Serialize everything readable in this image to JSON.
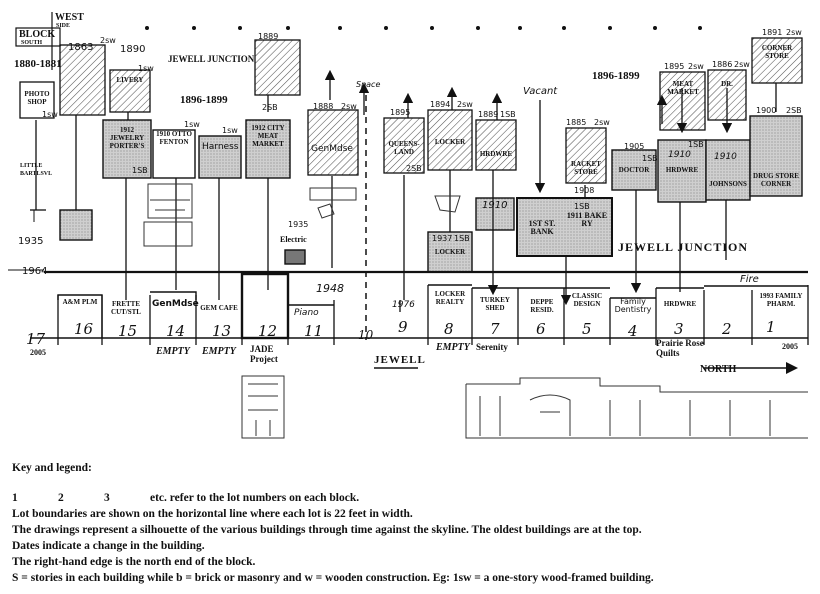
{
  "corner": {
    "block": "BLOCK",
    "south": "SOUTH",
    "west": "WEST",
    "side": "SIDE"
  },
  "eras": {
    "era1": "1880-1881",
    "era2": "1896-1899",
    "era3": "1896-1899",
    "ref1935": "1935",
    "ref1964": "1964"
  },
  "titles": {
    "jewell_junction_top": "JEWELL JUNCTION",
    "jewell_junction_mid": "JEWELL JUNCTION",
    "space": "Space",
    "vacant": "Vacant",
    "fire": "Fire",
    "jewell_street": "JEWELL",
    "north": "NORTH",
    "little_bartl": [
      "LITTLE",
      "BARTLSVL"
    ],
    "electric": "Electric"
  },
  "old_buildings": [
    {
      "label": "PHOTO SHOP",
      "note": "1sw"
    },
    {
      "label": "LIVERY",
      "year": "1890",
      "note": "1sw"
    },
    {
      "label": "",
      "year": "1863",
      "note": "2sw"
    },
    {
      "label": "",
      "year": "1889"
    },
    {
      "label": "",
      "year": "1888",
      "note": "2sw"
    },
    {
      "label": "",
      "year": "1895"
    },
    {
      "label": "",
      "year": "1894",
      "note": "2sw"
    },
    {
      "label": "",
      "year": "1885",
      "note": "2sw"
    },
    {
      "label": "MEAT MARKET",
      "year": "1895",
      "note": "2sw"
    },
    {
      "label": "DR.",
      "year": "1886",
      "note": "2sw"
    },
    {
      "label": "CORNER STORE",
      "year": "1891",
      "note": "2sw"
    }
  ],
  "mid_buildings": [
    {
      "label": "1912 JEWELRY PORTER'S",
      "note": "1SB"
    },
    {
      "label": "1910 OTTO FENTON",
      "note": "1sw"
    },
    {
      "label": "Harness",
      "note": "1sw"
    },
    {
      "label": "1912 CITY MEAT MARKET",
      "note": "2SB"
    },
    {
      "label": "GenMdse"
    },
    {
      "label": "QUEENS-LAND",
      "note": "2SB"
    },
    {
      "label": "LOCKER"
    },
    {
      "label": "HRDWRE",
      "year": "1889",
      "note": "1SB"
    },
    {
      "label": "RACKET STORE",
      "year": "1908"
    },
    {
      "label": "1ST ST. BANK"
    },
    {
      "label": "1911 BAKE RY",
      "note": "1SB"
    },
    {
      "label": "DOCTOR",
      "year": "1905",
      "note": "1SB"
    },
    {
      "label": "HRDWRE",
      "year": "1910",
      "note": "1SB"
    },
    {
      "label": "JOHNSONS",
      "year": "1910"
    },
    {
      "label": "DRUG STORE CORNER",
      "year": "1900",
      "note": "2SB"
    },
    {
      "label": "1910"
    },
    {
      "label": "LOCKER",
      "year": "1937",
      "note": "1SB"
    },
    {
      "label": "",
      "year": "1935"
    },
    {
      "label": "",
      "year": "1948"
    },
    {
      "label": "",
      "year": "1976"
    }
  ],
  "lots": [
    {
      "num": "16",
      "name": "A&M PLM"
    },
    {
      "num": "15",
      "name": "FRETTE CUT/STL"
    },
    {
      "num": "14",
      "name": "GenMdse"
    },
    {
      "num": "13",
      "name": "GEM CAFE"
    },
    {
      "num": "12",
      "name": ""
    },
    {
      "num": "11",
      "name": "Piano"
    },
    {
      "num": "10",
      "name": ""
    },
    {
      "num": "9",
      "name": ""
    },
    {
      "num": "8",
      "name": "LOCKER REALTY"
    },
    {
      "num": "7",
      "name": "TURKEY SHED"
    },
    {
      "num": "6",
      "name": "DEPPE RESID."
    },
    {
      "num": "5",
      "name": "CLASSIC DESIGN"
    },
    {
      "num": "4",
      "name": "Family Dentistry"
    },
    {
      "num": "3",
      "name": "HRDWRE"
    },
    {
      "num": "2",
      "name": ""
    },
    {
      "num": "1",
      "name": "1993 FAMILY PHARM."
    }
  ],
  "bottom": {
    "corner_num": "17",
    "year_left": "2005",
    "year_right": "2005",
    "empty": "EMPTY",
    "jade": "JADE Project",
    "serenity": "Serenity",
    "prairie_rose": "Prairie Rose Quilts"
  },
  "legend": {
    "title": "Key and legend:",
    "nums": [
      "1",
      "2",
      "3"
    ],
    "nums_text": "etc. refer to the lot numbers on each block.",
    "lines": [
      "Lot boundaries are shown on the horizontal line where each lot is 22 feet in width.",
      "The drawings represent a silhouette of the various buildings through time against the skyline. The oldest buildings are at the top.",
      "Dates indicate a change in the building.",
      "The right-hand edge is the north end of the block.",
      "S = stories in each building while b = brick or masonry and w = wooden construction. Eg: 1sw = a one-story wood-framed building."
    ]
  }
}
